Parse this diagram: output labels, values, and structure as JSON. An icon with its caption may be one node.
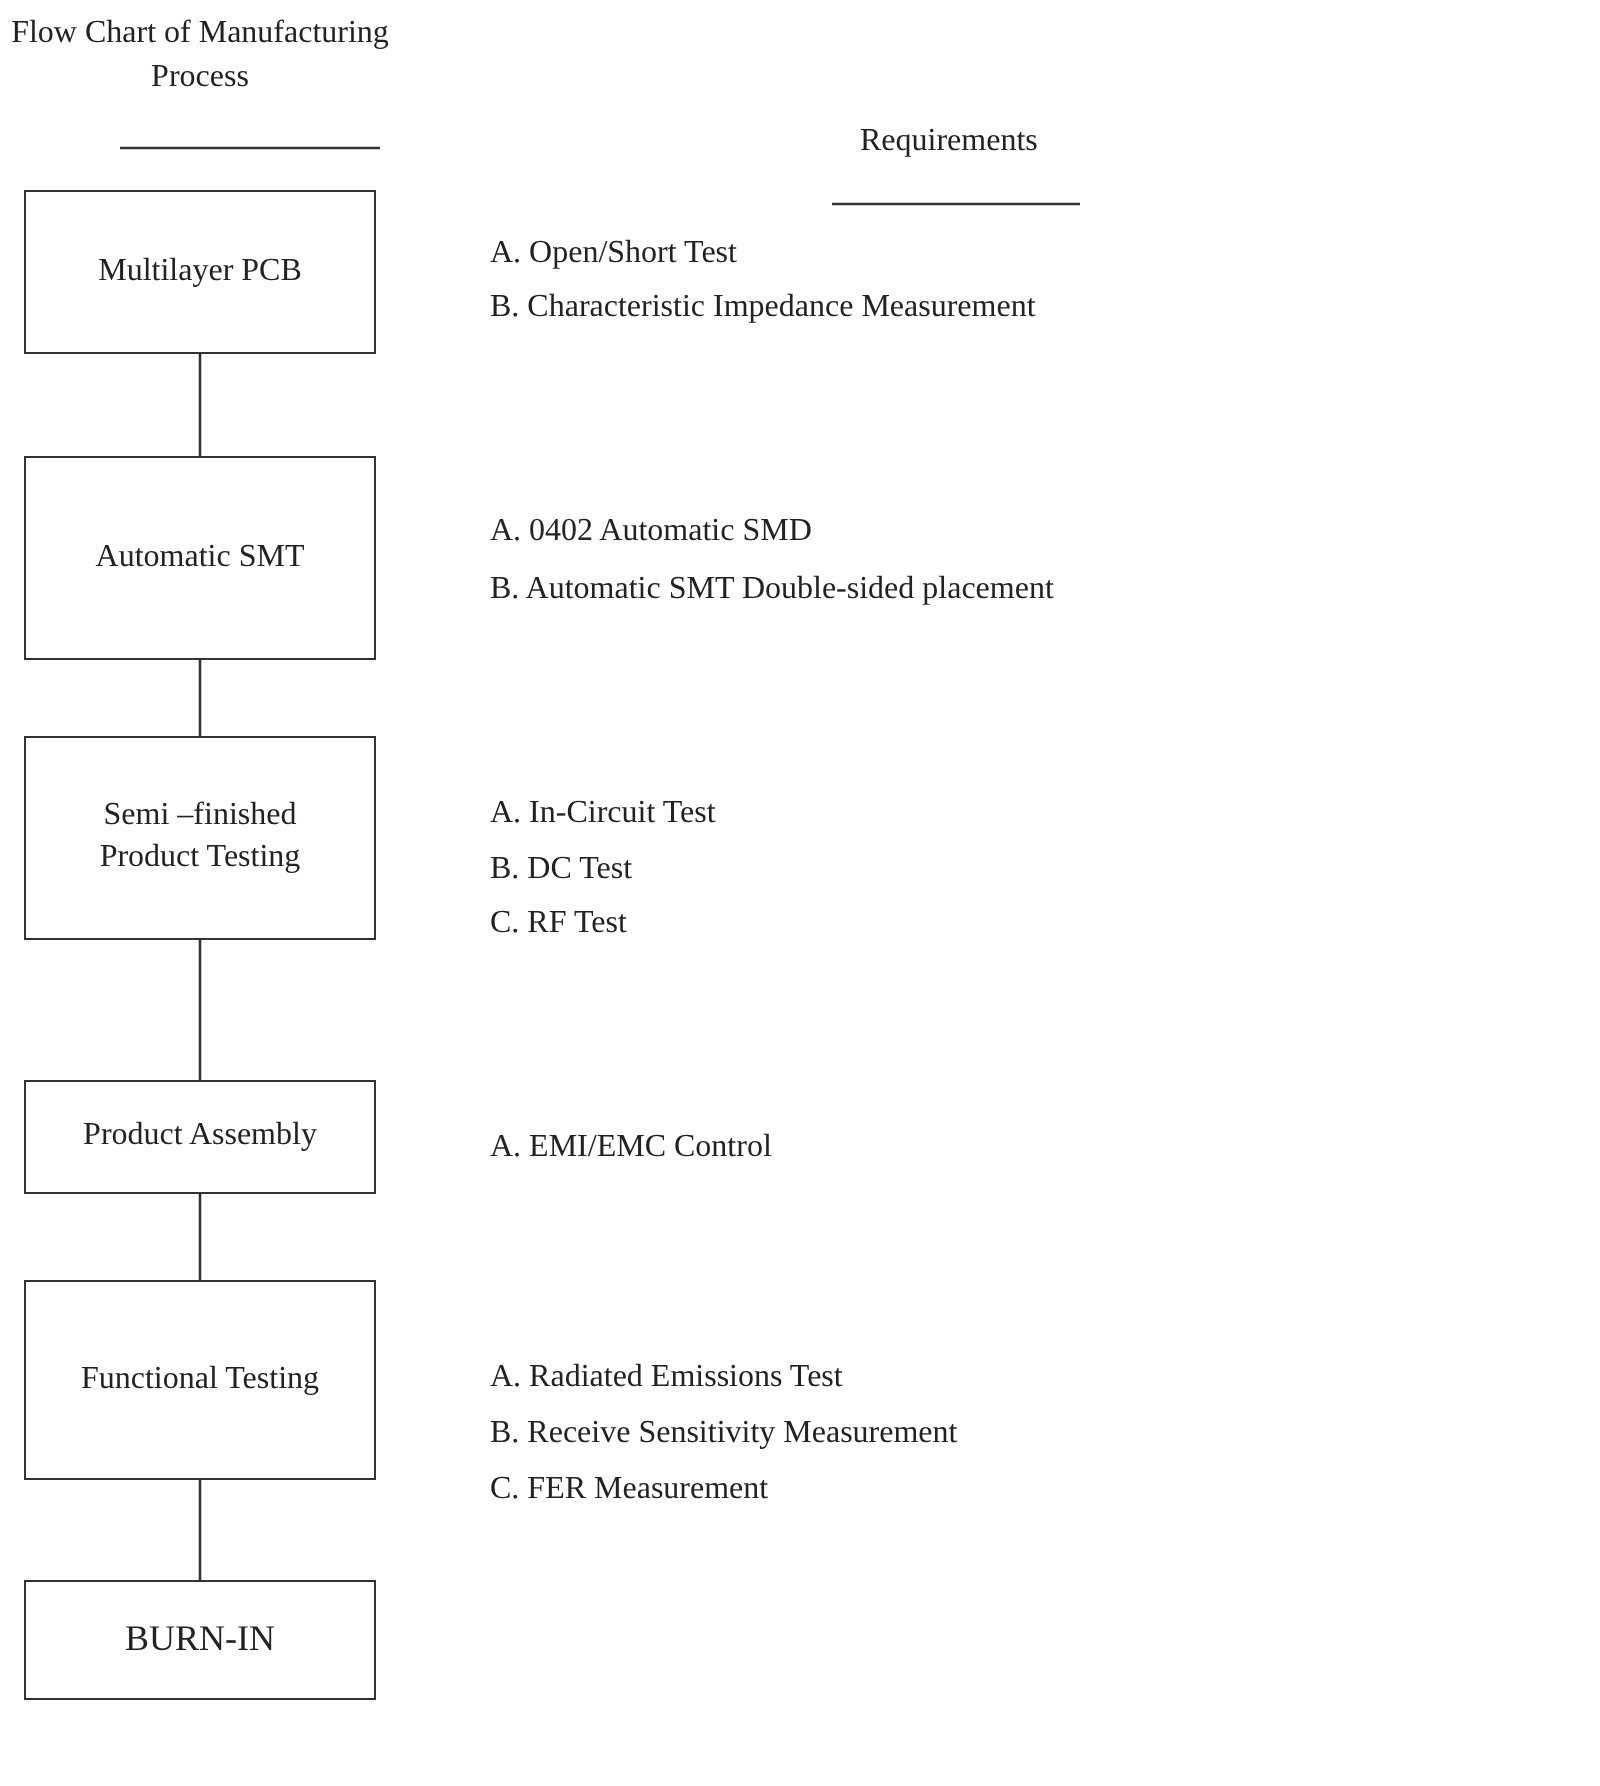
{
  "diagram": {
    "title": "Flow Chart of Manufacturing Process",
    "nodes": [
      {
        "text": [
          "Multilayer PCB"
        ]
      },
      {
        "text": [
          "Automatic SMT"
        ]
      },
      {
        "text": [
          "Semi –finished Product Testing"
        ]
      },
      {
        "text": [
          "Product Assembly"
        ]
      },
      {
        "text": [
          "Functional Testing"
        ]
      },
      {
        "text": [
          "BURN-IN"
        ]
      }
    ],
    "edges": [
      {
        "from": 0,
        "to": 1,
        "arrow": "none"
      },
      {
        "from": 1,
        "to": 2,
        "arrow": "none"
      },
      {
        "from": 2,
        "to": 3,
        "arrow": "none"
      },
      {
        "from": 3,
        "to": 4,
        "arrow": "none"
      },
      {
        "from": 4,
        "to": 5,
        "arrow": "none"
      }
    ],
    "labels": [
      "Requirements",
      "A. Open/Short Test",
      "B. Characteristic Impedance Measurement",
      "A. 0402 Automatic SMD",
      "B. Automatic SMT Double-sided placement",
      "A. In-Circuit Test",
      "B. DC Test",
      "C. RF Test",
      "A. EMI/EMC Control",
      "A. Radiated Emissions Test",
      "B. Receive Sensitivity Measurement",
      "C. FER Measurement"
    ]
  }
}
